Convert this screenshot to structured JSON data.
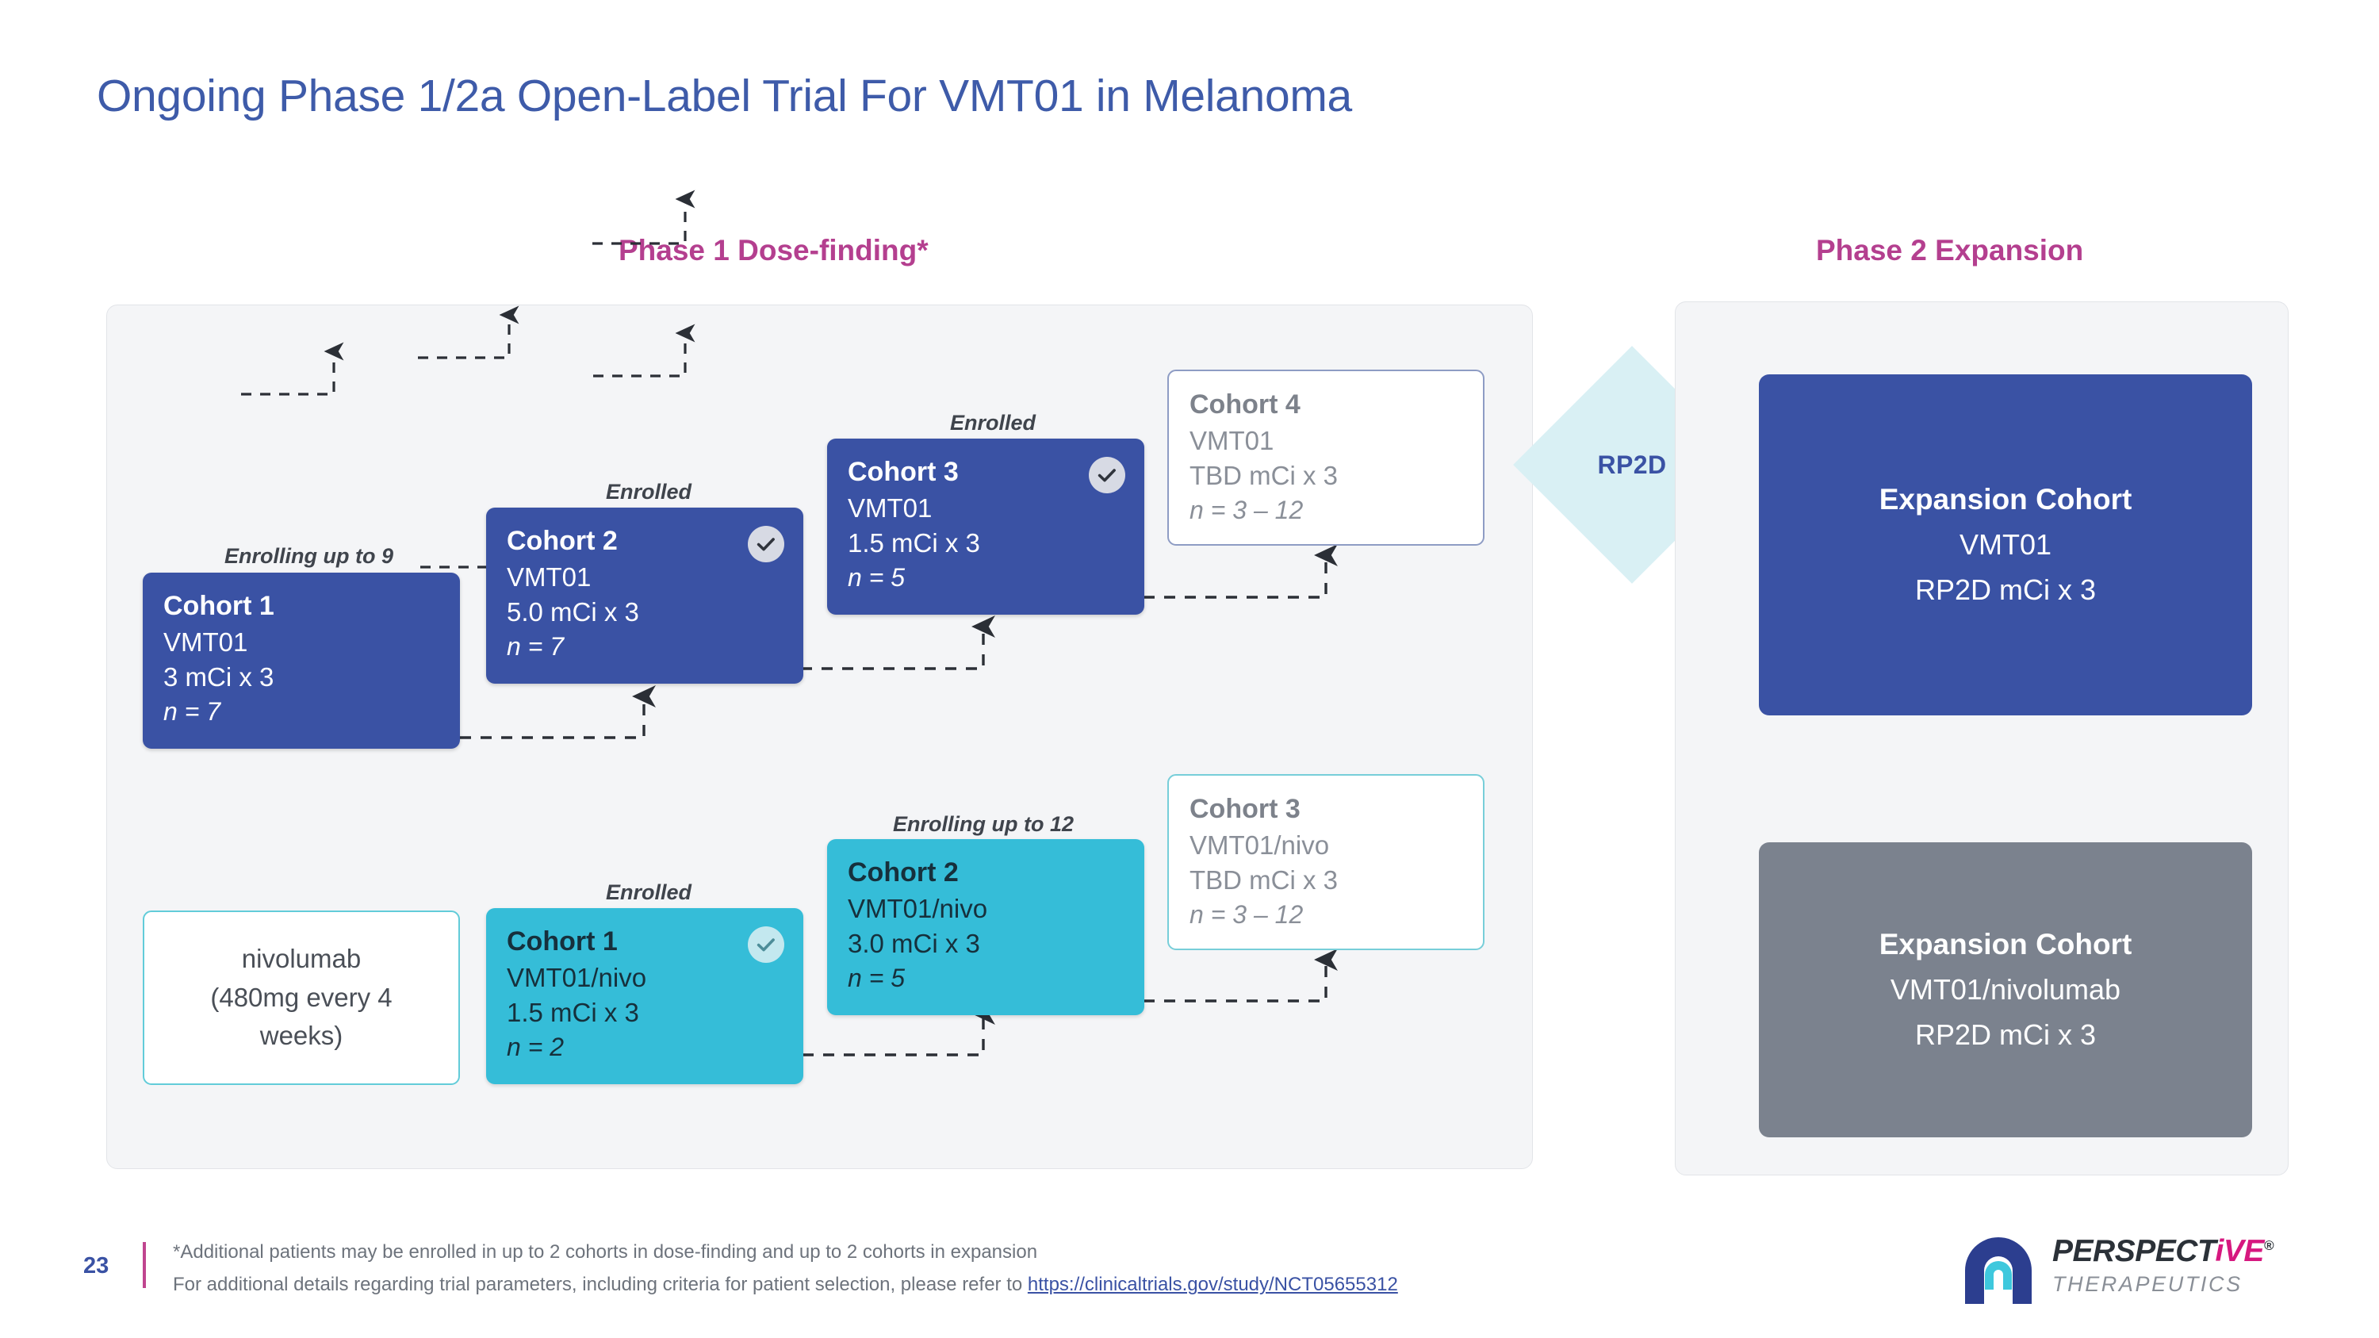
{
  "slide": {
    "title": "Ongoing Phase 1/2a Open-Label Trial For VMT01 in Melanoma",
    "page_number": "23"
  },
  "phase1": {
    "header": "Phase 1 Dose-finding*",
    "monotherapy_arm": {
      "cohorts": [
        {
          "caption": "Enrolling up to 9",
          "title": "Cohort 1",
          "drug": "VMT01",
          "dose": "3 mCi x 3",
          "n": "n = 7",
          "status": "active",
          "checked": false
        },
        {
          "caption": "Enrolled",
          "title": "Cohort 2",
          "drug": "VMT01",
          "dose": "5.0 mCi x 3",
          "n": "n = 7",
          "status": "active",
          "checked": true
        },
        {
          "caption": "Enrolled",
          "title": "Cohort 3",
          "drug": "VMT01",
          "dose": "1.5 mCi x 3",
          "n": "n = 5",
          "status": "active",
          "checked": true
        },
        {
          "caption": "",
          "title": "Cohort 4",
          "drug": "VMT01",
          "dose": "TBD mCi x 3",
          "n": "n = 3 – 12",
          "status": "planned",
          "checked": false
        }
      ]
    },
    "combination_arm": {
      "backbone": {
        "line1": "nivolumab",
        "line2": "(480mg every 4",
        "line3": "weeks)"
      },
      "cohorts": [
        {
          "caption": "Enrolled",
          "title": "Cohort 1",
          "drug": "VMT01/nivo",
          "dose": "1.5 mCi x 3",
          "n": "n = 2",
          "status": "active",
          "checked": true
        },
        {
          "caption": "Enrolling up to 12",
          "title": "Cohort 2",
          "drug": "VMT01/nivo",
          "dose": "3.0 mCi x 3",
          "n": "n = 5",
          "status": "active",
          "checked": false
        },
        {
          "caption": "",
          "title": "Cohort 3",
          "drug": "VMT01/nivo",
          "dose": "TBD mCi x 3",
          "n": "n = 3 – 12",
          "status": "planned",
          "checked": false
        }
      ]
    }
  },
  "transition": {
    "label": "RP2D"
  },
  "phase2": {
    "header": "Phase 2 Expansion",
    "boxes": [
      {
        "title": "Expansion Cohort",
        "drug": "VMT01",
        "dose": "RP2D mCi x 3",
        "color": "#3a52a4"
      },
      {
        "title": "Expansion Cohort",
        "drug": "VMT01/nivolumab",
        "dose": "RP2D mCi x 3",
        "color": "#7b828e"
      }
    ]
  },
  "footer": {
    "footnote1": "*Additional patients may be enrolled in up to 2 cohorts in dose-finding and up to 2 cohorts in expansion",
    "footnote2_prefix": "For additional details regarding trial parameters, including criteria for patient selection, please refer to ",
    "footnote2_link": "https://clinicaltrials.gov/study/NCT05655312"
  },
  "logo": {
    "name_part1": "PERSPECT",
    "name_part2": "iVE",
    "registered": "®",
    "tagline": "THERAPEUTICS"
  },
  "colors": {
    "title_blue": "#3e5ba9",
    "accent_magenta": "#b43f8f",
    "brand_blue": "#3a52a4",
    "brand_cyan": "#35bdd8",
    "gray_box": "#7b828e",
    "panel_bg": "#f4f5f7",
    "rp2d_diamond": "#d9f0f4"
  }
}
